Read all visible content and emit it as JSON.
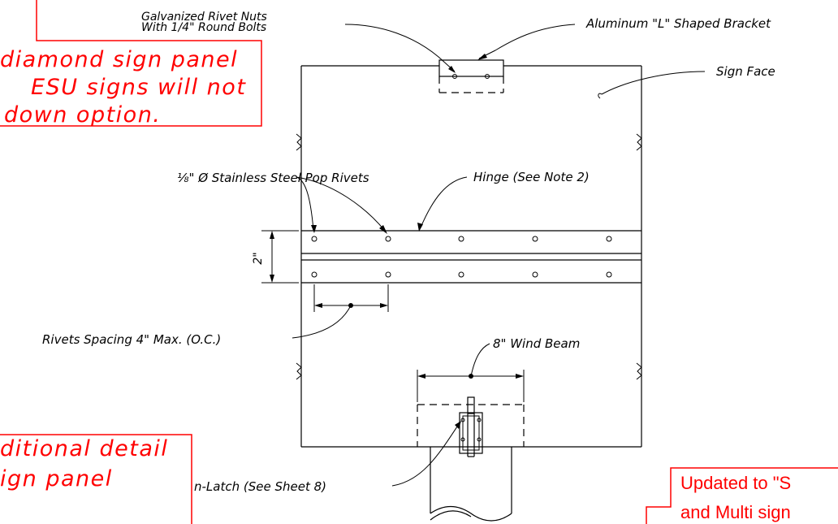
{
  "labels": {
    "rivet_nuts_line1": "Galvanized Rivet Nuts",
    "rivet_nuts_line2": "With 1/4\" Round Bolts",
    "bracket": "Aluminum \"L\" Shaped Bracket",
    "sign_face": "Sign Face",
    "pop_rivets": "⅛\" Ø Stainless Steel Pop Rivets",
    "hinge": "Hinge (See Note 2)",
    "dim_2in": "2\"",
    "rivet_spacing": "Rivets Spacing 4\" Max. (O.C.)",
    "wind_beam": "8\" Wind Beam",
    "latch": "n-Latch (See Sheet 8)"
  },
  "notes": {
    "top_left_line1": "diamond sign panel",
    "top_left_line2": "ESU signs will not",
    "top_left_line3": "down option.",
    "bottom_left_line1": "ditional detail",
    "bottom_left_line2": "ign panel",
    "bottom_right_line1": "Updated to \"S",
    "bottom_right_line2": "and Multi sign"
  },
  "colors": {
    "markup": "#ff0000",
    "drawing": "#000000"
  }
}
